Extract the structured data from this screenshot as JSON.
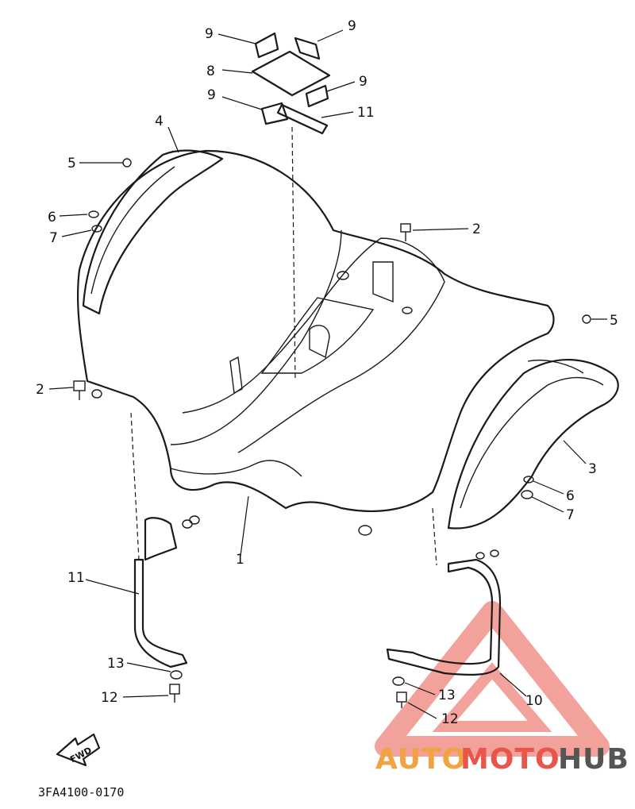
{
  "callouts": {
    "c1": "1",
    "c2a": "2",
    "c2b": "2",
    "c3": "3",
    "c4": "4",
    "c5a": "5",
    "c5b": "5",
    "c6a": "6",
    "c6b": "6",
    "c7a": "7",
    "c7b": "7",
    "c8": "8",
    "c9a": "9",
    "c9b": "9",
    "c9c": "9",
    "c9d": "9",
    "c10": "10",
    "c11a": "11",
    "c11b": "11",
    "c12a": "12",
    "c12b": "12",
    "c13a": "13",
    "c13b": "13"
  },
  "fwd_label": "FWD",
  "diagram_code": "3FA4100-0170",
  "watermark": {
    "part1": "AUTO",
    "part2": "MOTO",
    "part3": "HUB",
    "color_orange": "#f0a340",
    "color_red": "#e8564a",
    "color_gray": "#555555"
  }
}
